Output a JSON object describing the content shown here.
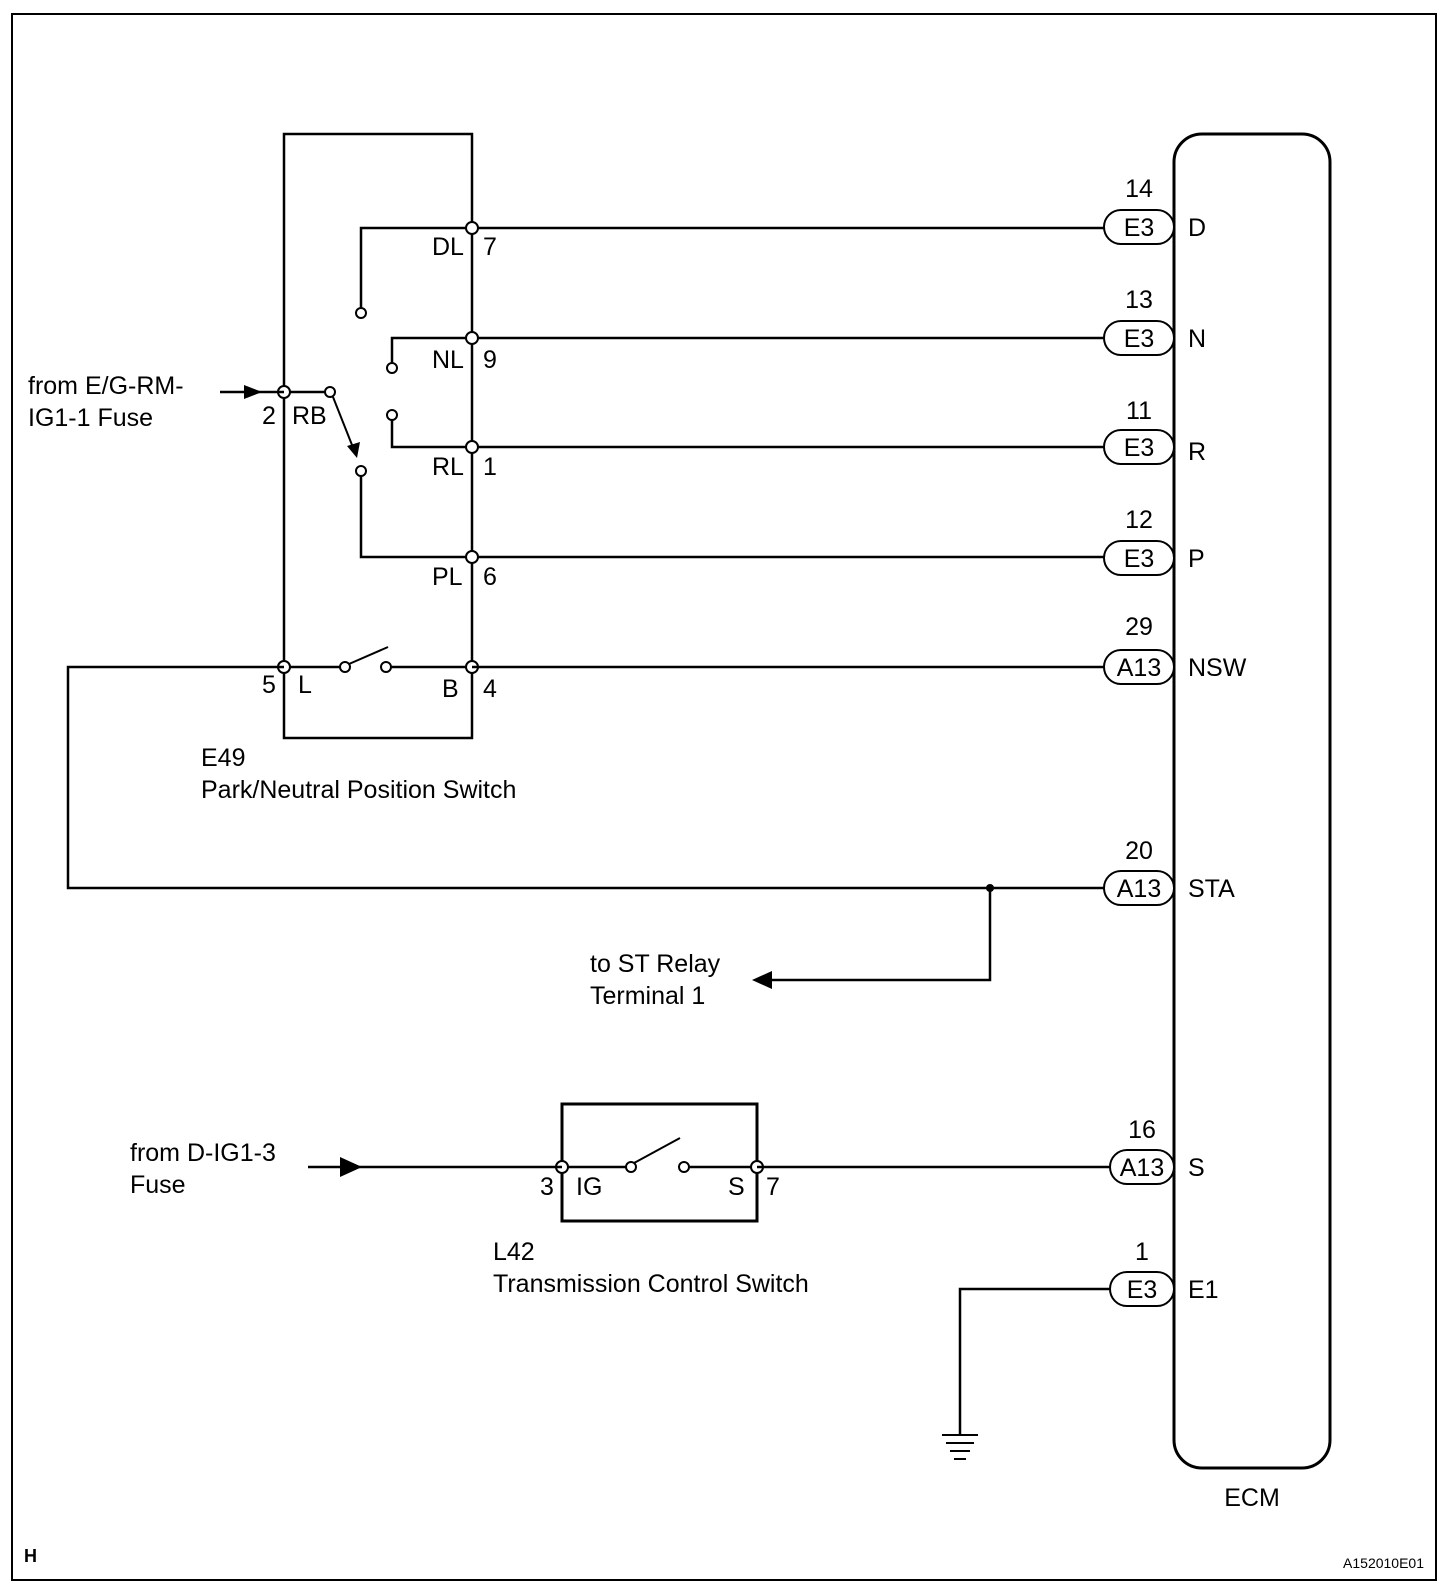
{
  "sources": {
    "engine_room_fuse_line1": "from E/G-RM-",
    "engine_room_fuse_line2": "IG1-1 Fuse",
    "dash_fuse_line1": "from D-IG1-3",
    "dash_fuse_line2": "Fuse"
  },
  "st_relay": {
    "line1": "to ST Relay",
    "line2": "Terminal 1"
  },
  "pnp_switch": {
    "code": "E49",
    "name": "Park/Neutral Position Switch",
    "terminals": {
      "dl": "DL",
      "dl_pin": "7",
      "nl": "NL",
      "nl_pin": "9",
      "rl": "RL",
      "rl_pin": "1",
      "pl": "PL",
      "pl_pin": "6",
      "rb": "RB",
      "rb_pin": "2",
      "l": "L",
      "l_pin": "5",
      "b": "B",
      "b_pin": "4"
    }
  },
  "tcs": {
    "code": "L42",
    "name": "Transmission Control Switch",
    "terminals": {
      "ig": "IG",
      "ig_pin": "3",
      "s": "S",
      "s_pin": "7"
    }
  },
  "ecm": {
    "label": "ECM",
    "pins": [
      {
        "num": "14",
        "conn": "E3",
        "name": "D"
      },
      {
        "num": "13",
        "conn": "E3",
        "name": "N"
      },
      {
        "num": "11",
        "conn": "E3",
        "name": "R"
      },
      {
        "num": "12",
        "conn": "E3",
        "name": "P"
      },
      {
        "num": "29",
        "conn": "A13",
        "name": "NSW"
      },
      {
        "num": "20",
        "conn": "A13",
        "name": "STA"
      },
      {
        "num": "16",
        "conn": "A13",
        "name": "S"
      },
      {
        "num": "1",
        "conn": "E3",
        "name": "E1"
      }
    ]
  },
  "footer": {
    "corner_mark": "H",
    "figure_code": "A152010E01"
  }
}
